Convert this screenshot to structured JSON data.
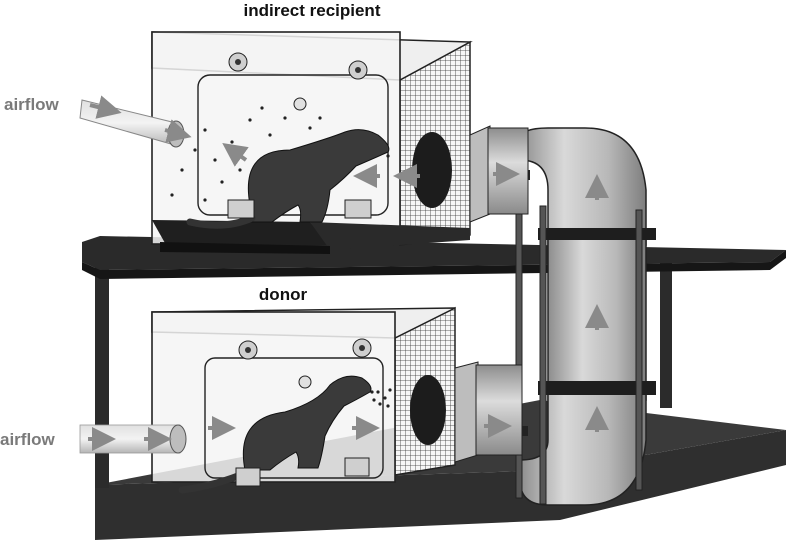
{
  "labels": {
    "top_title": "indirect recipient",
    "bottom_title": "donor",
    "airflow_top": "airflow",
    "airflow_bottom": "airflow"
  },
  "colors": {
    "shelf": "#2b2b2b",
    "shelf_edge": "#1a1a1a",
    "cage_glass": "#f4f4f4",
    "cage_outline": "#222222",
    "duct": "#bdbdbd",
    "duct_shade": "#8f8f8f",
    "animal": "#3a3a3a",
    "arrow": "#8a8a8a",
    "airflow_text": "#7a7a7a"
  }
}
